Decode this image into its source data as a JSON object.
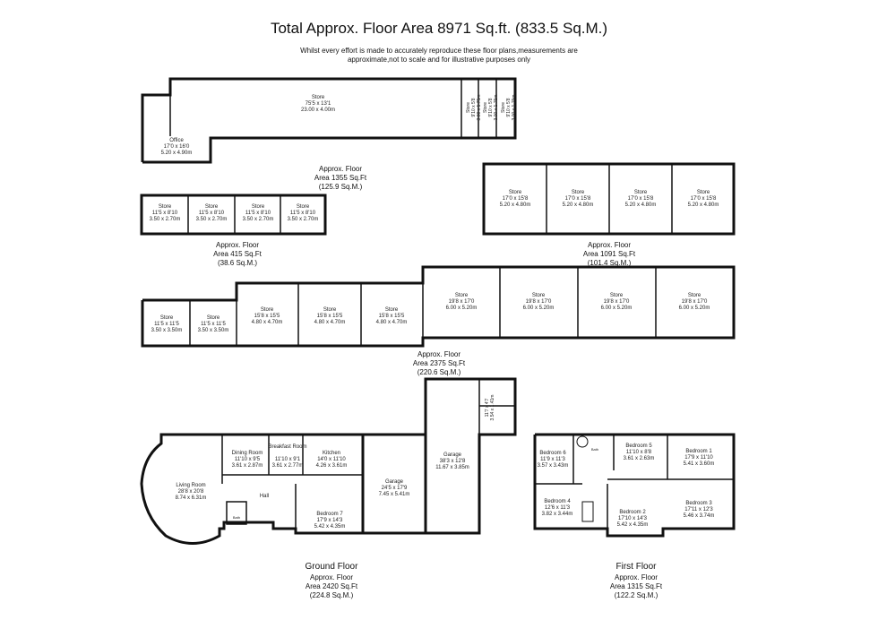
{
  "title": "Total Approx. Floor Area 8971 Sq.ft. (833.5 Sq.M.)",
  "disclaimer_line1": "Whilst every effort is made to accurately reproduce these floor plans,measurements are",
  "disclaimer_line2": "approximate,not to scale and for illustrative purposes only",
  "areas": {
    "a1": {
      "l1": "Approx. Floor",
      "l2": "Area 1355 Sq.Ft",
      "l3": "(125.9 Sq.M.)"
    },
    "a2": {
      "l1": "Approx. Floor",
      "l2": "Area 415 Sq.Ft",
      "l3": "(38.6 Sq.M.)"
    },
    "a3": {
      "l1": "Approx. Floor",
      "l2": "Area 1091 Sq.Ft",
      "l3": "(101.4 Sq.M.)"
    },
    "a4": {
      "l1": "Approx. Floor",
      "l2": "Area 2375 Sq.Ft",
      "l3": "(220.6 Sq.M.)"
    },
    "ground": {
      "name": "Ground Floor",
      "l1": "Approx. Floor",
      "l2": "Area 2420 Sq.Ft",
      "l3": "(224.8 Sq.M.)"
    },
    "first": {
      "name": "First Floor",
      "l1": "Approx. Floor",
      "l2": "Area 1315 Sq.Ft",
      "l3": "(122.2 Sq.M.)"
    }
  },
  "rooms": [
    {
      "id": "office",
      "name": "Office",
      "d1": "17'0 x 16'0",
      "d2": "5.20 x 4.90m"
    },
    {
      "id": "store_big",
      "name": "Store",
      "d1": "75'5 x 13'1",
      "d2": "23.00 x 4.00m"
    },
    {
      "id": "store_v1",
      "name": "Store",
      "d1": "9'10 x 5'8",
      "d2": "3.00 x 1.75m"
    },
    {
      "id": "store_v2",
      "name": "Store",
      "d1": "9'10 x 5'8",
      "d2": "3.00 x 1.75m"
    },
    {
      "id": "store_v3",
      "name": "Store",
      "d1": "9'10 x 5'8",
      "d2": "3.00 x 1.75m"
    },
    {
      "id": "s2a",
      "name": "Store",
      "d1": "11'5 x 8'10",
      "d2": "3.50 x 2.70m"
    },
    {
      "id": "s2b",
      "name": "Store",
      "d1": "11'5 x 8'10",
      "d2": "3.50 x 2.70m"
    },
    {
      "id": "s2c",
      "name": "Store",
      "d1": "11'5 x 8'10",
      "d2": "3.50 x 2.70m"
    },
    {
      "id": "s2d",
      "name": "Store",
      "d1": "11'5 x 8'10",
      "d2": "3.50 x 2.70m"
    },
    {
      "id": "s3a",
      "name": "Store",
      "d1": "17'0 x 15'8",
      "d2": "5.20 x 4.80m"
    },
    {
      "id": "s3b",
      "name": "Store",
      "d1": "17'0 x 15'8",
      "d2": "5.20 x 4.80m"
    },
    {
      "id": "s3c",
      "name": "Store",
      "d1": "17'0 x 15'8",
      "d2": "5.20 x 4.80m"
    },
    {
      "id": "s3d",
      "name": "Store",
      "d1": "17'0 x 15'8",
      "d2": "5.20 x 4.80m"
    },
    {
      "id": "s4a",
      "name": "Store",
      "d1": "11'5 x 11'5",
      "d2": "3.50 x 3.50m"
    },
    {
      "id": "s4b",
      "name": "Store",
      "d1": "11'5 x 11'5",
      "d2": "3.50 x 3.50m"
    },
    {
      "id": "s4c",
      "name": "Store",
      "d1": "15'8 x 15'5",
      "d2": "4.80 x 4.70m"
    },
    {
      "id": "s4d",
      "name": "Store",
      "d1": "15'8 x 15'5",
      "d2": "4.80 x 4.70m"
    },
    {
      "id": "s4e",
      "name": "Store",
      "d1": "15'8 x 15'5",
      "d2": "4.80 x 4.70m"
    },
    {
      "id": "s4f",
      "name": "Store",
      "d1": "19'8 x 17'0",
      "d2": "6.00 x 5.20m"
    },
    {
      "id": "s4g",
      "name": "Store",
      "d1": "19'8 x 17'0",
      "d2": "6.00 x 5.20m"
    },
    {
      "id": "s4h",
      "name": "Store",
      "d1": "19'8 x 17'0",
      "d2": "6.00 x 5.20m"
    },
    {
      "id": "s4i",
      "name": "Store",
      "d1": "19'8 x 17'0",
      "d2": "6.00 x 5.20m"
    },
    {
      "id": "living",
      "name": "Living Room",
      "d1": "28'8 x 20'8",
      "d2": "8.74 x 6.31m"
    },
    {
      "id": "dining",
      "name": "Dining Room",
      "d1": "11'10 x 9'5",
      "d2": "3.61 x 2.87m"
    },
    {
      "id": "breakfast",
      "name": "Breakfast Room",
      "d1": "11'10 x 9'1",
      "d2": "3.61 x 2.77m"
    },
    {
      "id": "kitchen",
      "name": "Kitchen",
      "d1": "14'0 x 11'10",
      "d2": "4.26 x 3.61m"
    },
    {
      "id": "hall",
      "name": "Hall",
      "d1": "",
      "d2": ""
    },
    {
      "id": "bedroom7",
      "name": "Bedroom 7",
      "d1": "17'9 x 14'3",
      "d2": "5.42 x 4.35m"
    },
    {
      "id": "garage1",
      "name": "Garage",
      "d1": "24'5 x 17'9",
      "d2": "7.45 x 5.41m"
    },
    {
      "id": "garage2",
      "name": "Garage",
      "d1": "38'3 x 12'8",
      "d2": "11.67 x 3.85m"
    },
    {
      "id": "small_room",
      "name": "",
      "d1": "11'7 x 4'7",
      "d2": "3.54 x 1.41m"
    },
    {
      "id": "bed6",
      "name": "Bedroom 6",
      "d1": "11'9 x 11'3",
      "d2": "3.57 x 3.43m"
    },
    {
      "id": "bed5",
      "name": "Bedroom 5",
      "d1": "11'10 x 8'8",
      "d2": "3.61 x 2.63m"
    },
    {
      "id": "bed1",
      "name": "Bedroom 1",
      "d1": "17'9 x 11'10",
      "d2": "5.41 x 3.60m"
    },
    {
      "id": "bed4",
      "name": "Bedroom 4",
      "d1": "12'6 x 11'3",
      "d2": "3.82 x 3.44m"
    },
    {
      "id": "bed2",
      "name": "Bedroom 2",
      "d1": "17'10 x 14'3",
      "d2": "5.42 x 4.35m"
    },
    {
      "id": "bed3",
      "name": "Bedroom 3",
      "d1": "17'11 x 12'3",
      "d2": "5.46 x 3.74m"
    }
  ],
  "small_labels": {
    "bath1": "Bath",
    "bath2": "Bath"
  }
}
